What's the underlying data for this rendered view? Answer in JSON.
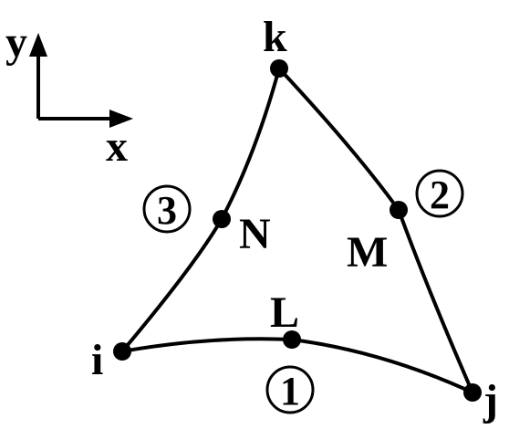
{
  "axes": {
    "y_label": "y",
    "x_label": "x"
  },
  "nodes": {
    "k": "k",
    "i": "i",
    "j": "j"
  },
  "midnodes": {
    "L": "L",
    "M": "M",
    "N": "N"
  },
  "edge_numbers": {
    "e1": "1",
    "e2": "2",
    "e3": "3"
  },
  "colors": {
    "line": "#000000",
    "background": "#ffffff"
  }
}
